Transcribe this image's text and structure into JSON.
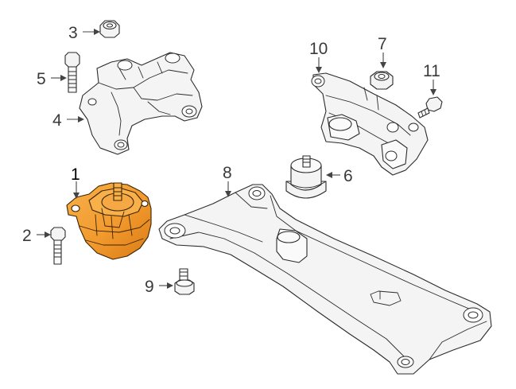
{
  "diagram": {
    "highlight_color": "#f29a2e",
    "line_color": "#2b2b2b",
    "callout_color": "#3a3a3a",
    "parts": [
      {
        "id": "1",
        "label": "1",
        "icon": "engine-mount-icon",
        "highlighted": true
      },
      {
        "id": "2",
        "label": "2",
        "icon": "bolt-icon",
        "highlighted": false
      },
      {
        "id": "3",
        "label": "3",
        "icon": "nut-icon",
        "highlighted": false
      },
      {
        "id": "4",
        "label": "4",
        "icon": "mount-bracket-icon",
        "highlighted": false
      },
      {
        "id": "5",
        "label": "5",
        "icon": "bolt-icon",
        "highlighted": false
      },
      {
        "id": "6",
        "label": "6",
        "icon": "rubber-mount-icon",
        "highlighted": false
      },
      {
        "id": "7",
        "label": "7",
        "icon": "nut-icon",
        "highlighted": false
      },
      {
        "id": "8",
        "label": "8",
        "icon": "crossmember-icon",
        "highlighted": false
      },
      {
        "id": "9",
        "label": "9",
        "icon": "bolt-icon",
        "highlighted": false
      },
      {
        "id": "10",
        "label": "10",
        "icon": "support-bracket-icon",
        "highlighted": false
      },
      {
        "id": "11",
        "label": "11",
        "icon": "bolt-icon",
        "highlighted": false
      }
    ]
  }
}
